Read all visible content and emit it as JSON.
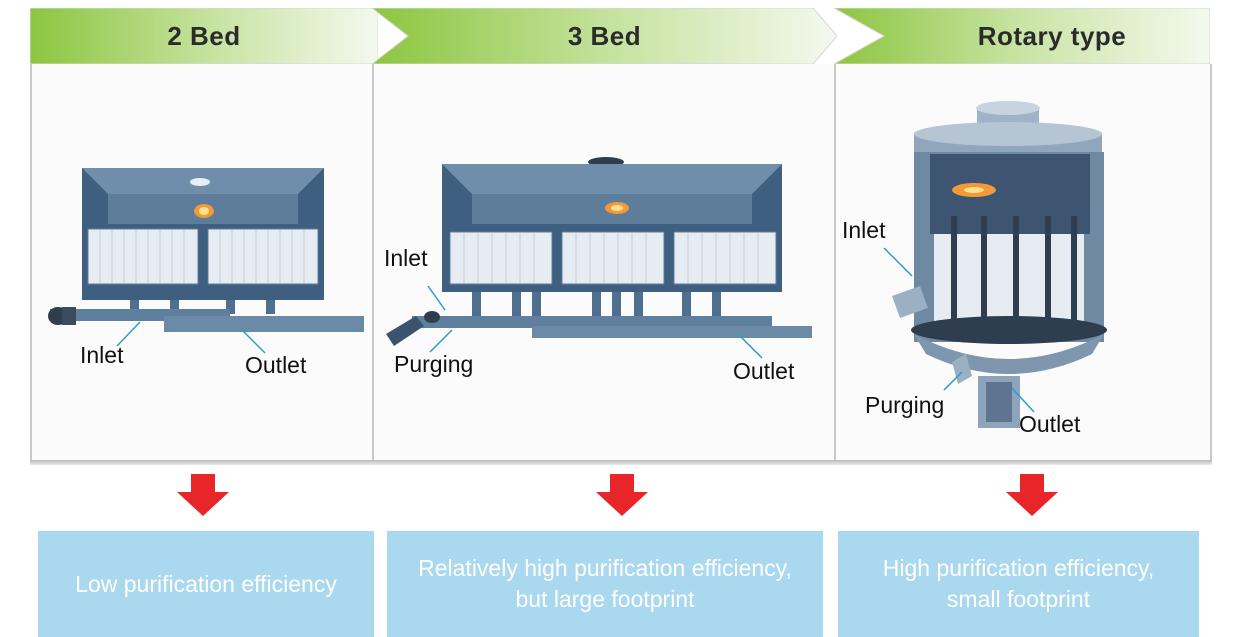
{
  "columns": [
    {
      "id": "two_bed",
      "header": "2 Bed",
      "callouts": {
        "inlet": "Inlet",
        "outlet": "Outlet"
      },
      "result": "Low purification efficiency"
    },
    {
      "id": "three_bed",
      "header": "3 Bed",
      "callouts": {
        "inlet": "Inlet",
        "purging": "Purging",
        "outlet": "Outlet"
      },
      "result": "Relatively high purification efficiency,\nbut large footprint"
    },
    {
      "id": "rotary",
      "header": "Rotary type",
      "callouts": {
        "inlet": "Inlet",
        "purging": "Purging",
        "outlet": "Outlet"
      },
      "result": "High purification efficiency,\nsmall footprint"
    }
  ],
  "colors": {
    "header_green": "#9bd05a",
    "header_light": "#f1f7e9",
    "arrow_red": "#e8262a",
    "result_blue": "#a9d8ef",
    "equipment_blue": "#4f6f8f"
  },
  "icons": [
    "down-arrow-icon"
  ]
}
